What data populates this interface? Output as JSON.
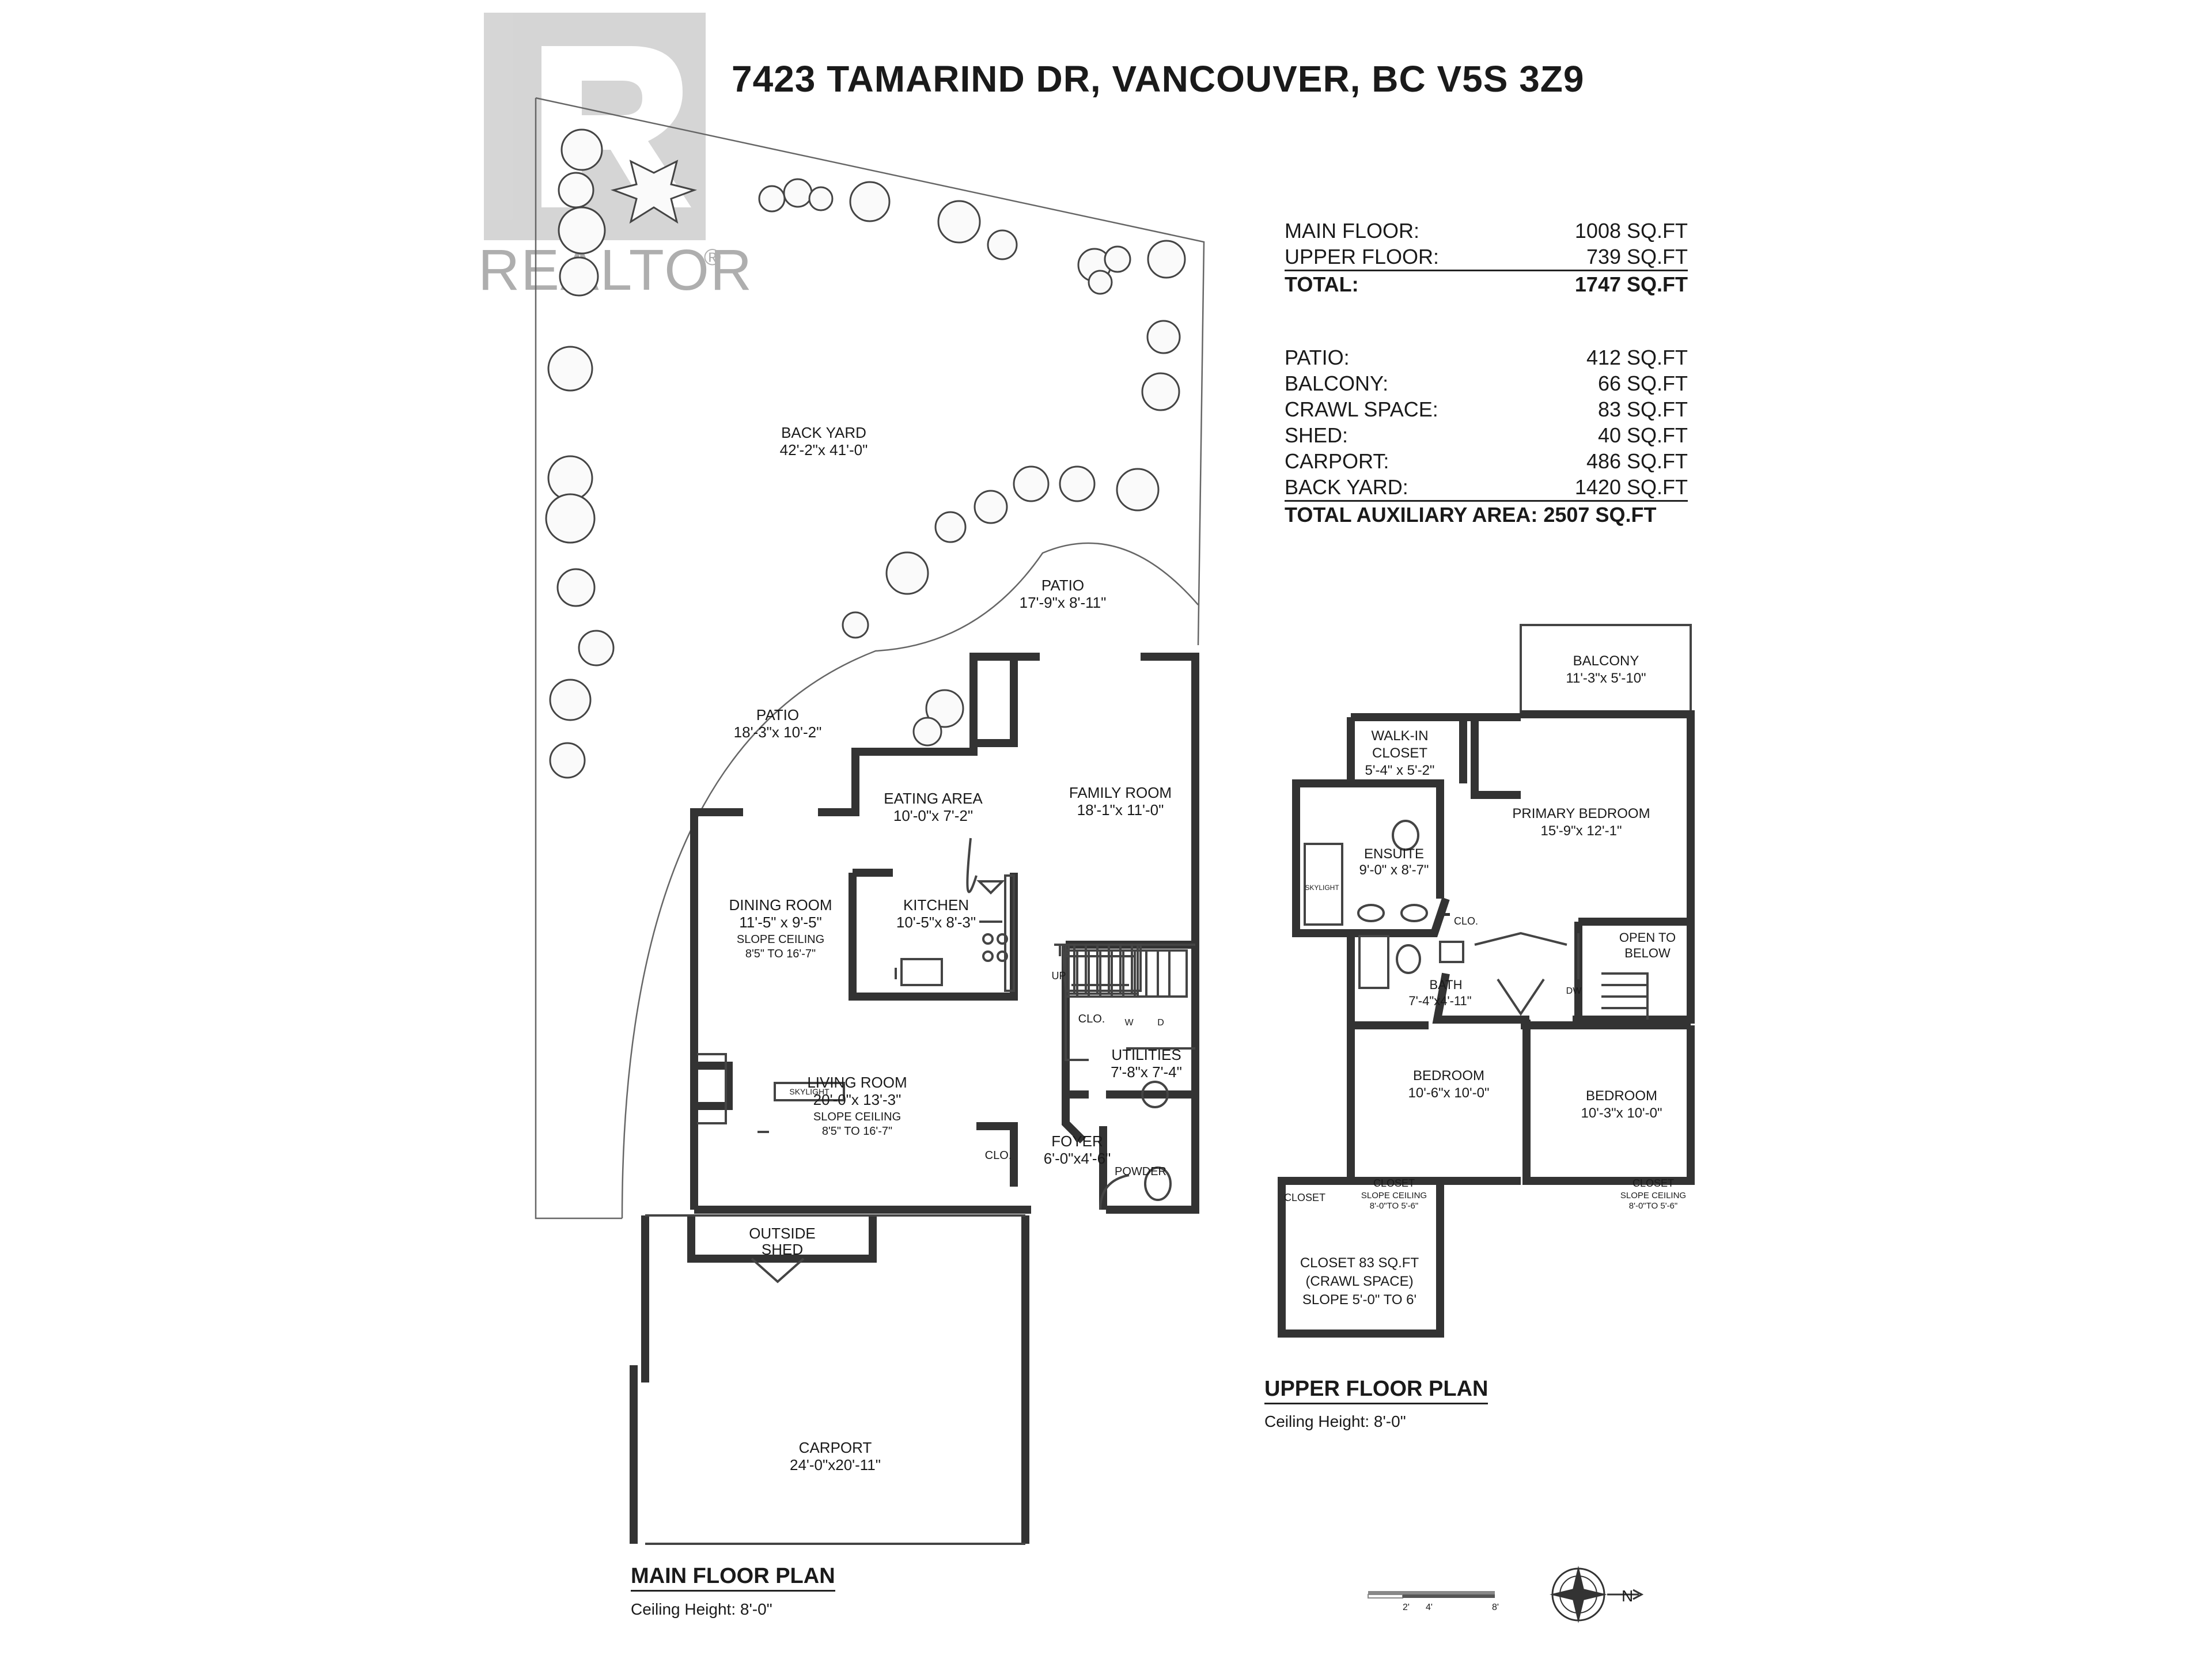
{
  "watermark": {
    "brand": "REALTOR",
    "registered_mark": "®"
  },
  "address": "7423 TAMARIND DR, VANCOUVER, BC V5S 3Z9",
  "areas": {
    "floors": [
      {
        "label": "MAIN FLOOR:",
        "value": "1008 SQ.FT"
      },
      {
        "label": "UPPER FLOOR:",
        "value": "739 SQ.FT"
      }
    ],
    "total": {
      "label": "TOTAL:",
      "value": "1747 SQ.FT"
    },
    "auxiliary": [
      {
        "label": "PATIO:",
        "value": "412 SQ.FT"
      },
      {
        "label": "BALCONY:",
        "value": "66 SQ.FT"
      },
      {
        "label": "CRAWL SPACE:",
        "value": "83 SQ.FT"
      },
      {
        "label": "SHED:",
        "value": "40 SQ.FT"
      },
      {
        "label": "CARPORT:",
        "value": "486 SQ.FT"
      },
      {
        "label": "BACK YARD:",
        "value": "1420 SQ.FT"
      }
    ],
    "total_aux": "TOTAL AUXILIARY AREA: 2507 SQ.FT"
  },
  "main_floor": {
    "title": "MAIN FLOOR PLAN",
    "ceiling": "Ceiling Height: 8'-0\"",
    "rooms": {
      "back_yard": {
        "name": "BACK YARD",
        "dims": "42'-2\"x  41'-0\""
      },
      "patio_right": {
        "name": "PATIO",
        "dims": "17'-9\"x 8'-11\""
      },
      "patio_left": {
        "name": "PATIO",
        "dims": "18'-3\"x 10'-2\""
      },
      "eating": {
        "name": "EATING AREA",
        "dims": "10'-0\"x  7'-2\""
      },
      "family": {
        "name": "FAMILY ROOM",
        "dims": "18'-1\"x 11'-0\""
      },
      "dining": {
        "name": "DINING ROOM",
        "dims": "11'-5\" x  9'-5\"",
        "note1": "SLOPE CEILING",
        "note2": "8'5\" TO 16'-7\""
      },
      "kitchen": {
        "name": "KITCHEN",
        "dims": "10'-5\"x  8'-3\""
      },
      "utilities": {
        "name": "UTILITIES",
        "dims": "7'-8\"x 7'-4\""
      },
      "living": {
        "name": "LIVING ROOM",
        "dims": "20'-0\"x 13'-3\"",
        "note1": "SLOPE CEILING",
        "note2": "8'5\" TO 16'-7\""
      },
      "foyer": {
        "name": "FOYER",
        "dims": "6'-0\"x4'-6\""
      },
      "powder": {
        "name": "POWDER"
      },
      "shed": {
        "name1": "OUTSIDE",
        "name2": "SHED"
      },
      "carport": {
        "name": "CARPORT",
        "dims": "24'-0\"x20'-11\""
      }
    },
    "small": {
      "clo": "CLO.",
      "up": "UP",
      "skylight": "SKYLIGHT",
      "w": "W",
      "d": "D"
    }
  },
  "upper_floor": {
    "title": "UPPER FLOOR PLAN",
    "ceiling": "Ceiling Height: 8'-0\"",
    "rooms": {
      "balcony": {
        "name": "BALCONY",
        "dims": "11'-3\"x 5'-10\""
      },
      "walkin": {
        "name1": "WALK-IN",
        "name2": "CLOSET",
        "dims": "5'-4\"  x  5'-2\""
      },
      "primary": {
        "name": "PRIMARY BEDROOM",
        "dims": "15'-9\"x 12'-1\""
      },
      "ensuite": {
        "name": "ENSUITE",
        "dims": "9'-0\"  x  8'-7\""
      },
      "open_below": {
        "name1": "OPEN TO",
        "name2": "BELOW"
      },
      "bath": {
        "name": "BATH",
        "dims": "7'-4\"x4'-11\""
      },
      "bedroom1": {
        "name": "BEDROOM",
        "dims": "10'-6\"x 10'-0\""
      },
      "bedroom2": {
        "name": "BEDROOM",
        "dims": "10'-3\"x 10'-0\""
      },
      "closet_a": {
        "name": "CLOSET",
        "note1": "SLOPE CEILING",
        "note2": "8'-0\"TO 5'-6\""
      },
      "closet_b": {
        "name": "CLOSET",
        "note1": "SLOPE CEILING",
        "note2": "8'-0\"TO 5'-6\""
      },
      "closet_c": {
        "name": "CLOSET"
      },
      "crawl": {
        "line1": "CLOSET 83 SQ.FT",
        "line2": "(CRAWL SPACE)",
        "line3": "SLOPE 5'-0\" TO 6'"
      }
    },
    "small": {
      "clo": "CLO.",
      "dw": "DW",
      "skylight": "SKYLIGHT"
    }
  },
  "scale_bar": {
    "ticks": [
      "2'",
      "4'",
      "8'"
    ]
  },
  "compass": {
    "label": "N"
  }
}
